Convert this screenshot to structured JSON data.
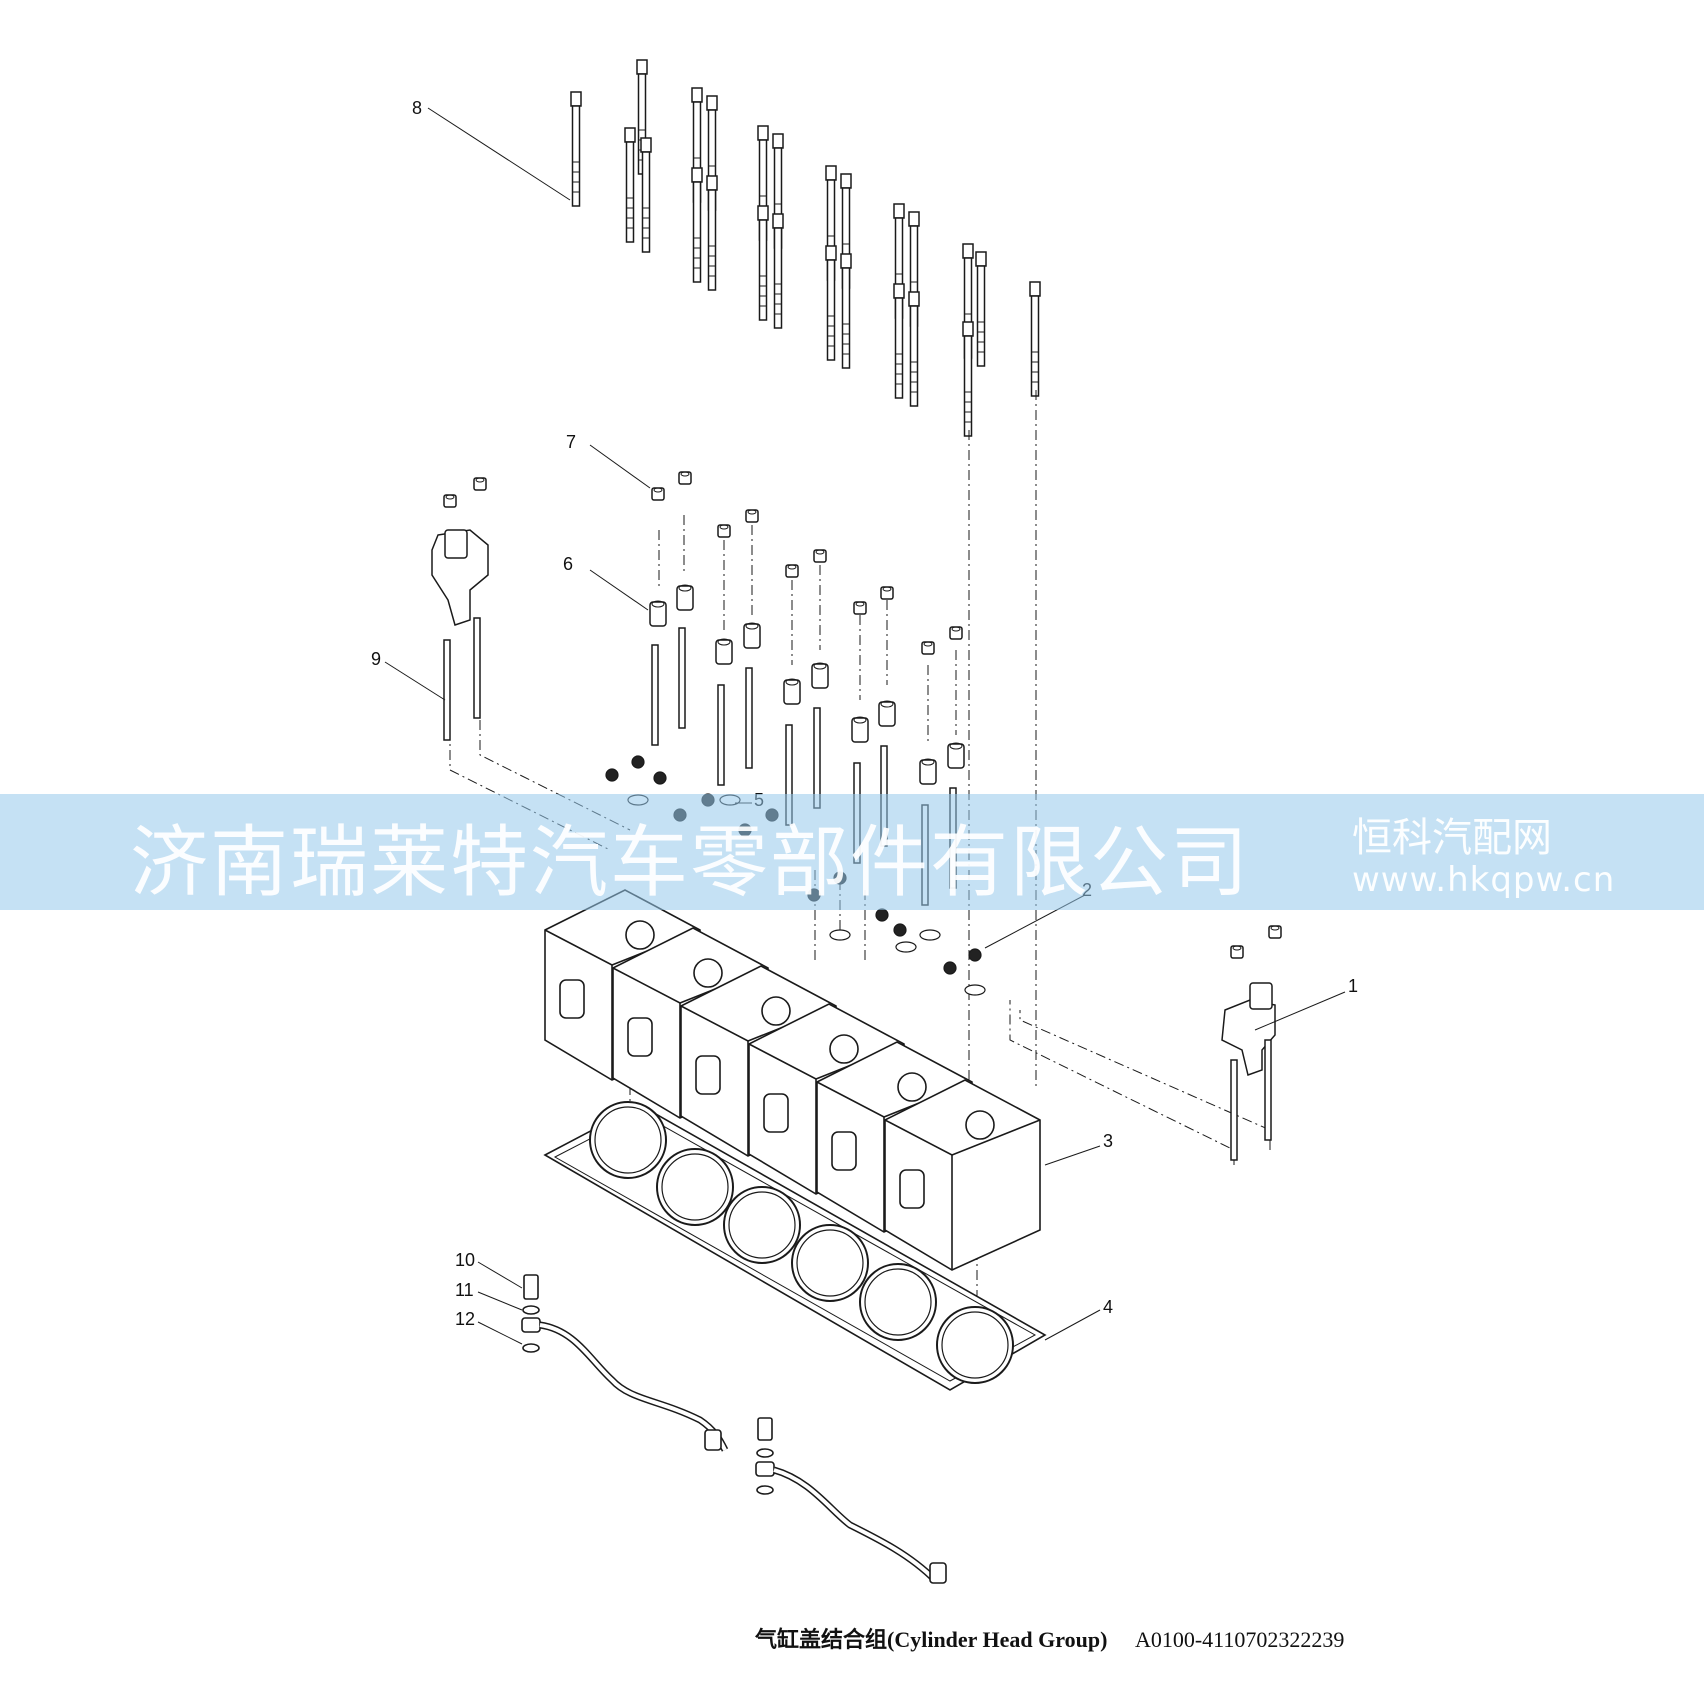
{
  "callouts": [
    "1",
    "2",
    "3",
    "4",
    "5",
    "6",
    "7",
    "8",
    "9",
    "10",
    "11",
    "12"
  ],
  "watermark": {
    "company": "济南瑞莱特汽车零部件有限公司",
    "site_name": "恒科汽配网",
    "site_url": "www.hkqpw.cn"
  },
  "caption": {
    "title": "气缸盖结合组(Cylinder Head Group)",
    "code": "A0100-4110702322239"
  },
  "colors": {
    "line": "#1a1a1a",
    "banner": "#96c8eb",
    "watermark_text": "#ffffff"
  }
}
